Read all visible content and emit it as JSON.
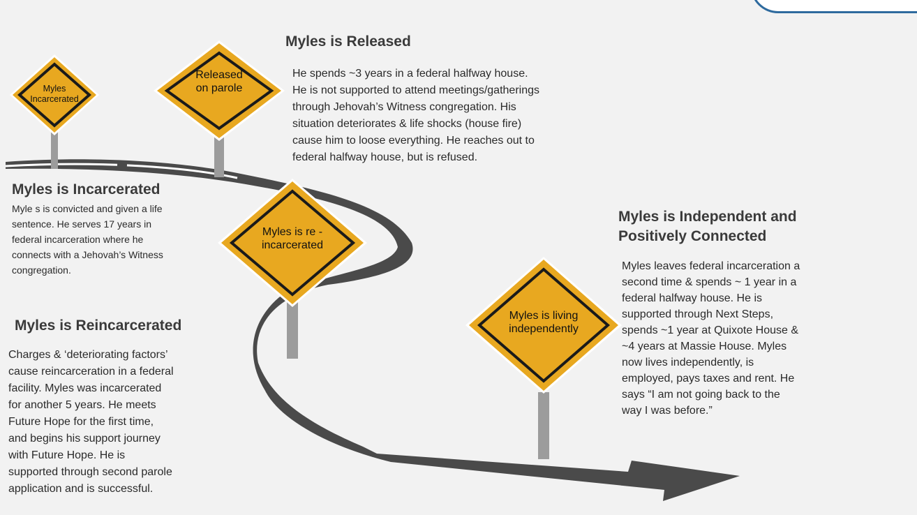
{
  "colors": {
    "background": "#f2f2f2",
    "road": "#4a4a4a",
    "road_dash": "#ffffff",
    "sign_fill": "#e8a820",
    "sign_border": "#1a1a1a",
    "sign_rim": "#ffffff",
    "pole": "#9c9c9c",
    "heading_text": "#3a3a3a",
    "body_text": "#2a2a2a",
    "corner_tab_border": "#2e6a9e"
  },
  "signs": [
    {
      "id": "incarcerated",
      "label": "Myles\nIncarcerated"
    },
    {
      "id": "parole",
      "label": "Released\non parole"
    },
    {
      "id": "reincarcerated",
      "label": "Myles is re -\nincarcerated"
    },
    {
      "id": "independent",
      "label": "Myles is living\nindependently"
    }
  ],
  "stages": {
    "incarcerated": {
      "title": "Myles is Incarcerated",
      "text": "Myle s is convicted and given a life\nsentence. He serves 17 years in\nfederal incarceration where he\nconnects   with a  Jehovah’s Witness\ncongregation."
    },
    "released": {
      "title": "Myles is Released",
      "text": "He spends ~3 years in a federal       halfway  house.\nHe is not supported to attend meetings/gatherings\nthrough Jehovah’s Witness congregation. His\nsituation deteriorates & life shocks (house fire)\ncause him to loose everything. He reaches out to\nfederal  halfway house, but is refused."
    },
    "reincarcerated": {
      "title": "Myles is  Reincarcerated",
      "text": "Charges & ‘deteriorating factors’\ncause reincarceration in a federal\nfacility. Myles     was incarcerated\nfor another 5 years. He meets\nFuture Hope for the first time,\nand begins his support journey\nwith Future Hope. He is\nsupported through second parole\napplication and is successful."
    },
    "independent": {
      "title": "Myles is  Independent and\nPositively Connected",
      "text": "Myles leaves federal incarceration a\nsecond time & spends ~ 1 year in a\nfederal  halfway  house. He is\nsupported through Next Steps,\nspends ~1 year at Quixote House &\n~4 years at Massie House. Myles\nnow lives independently, is\nemployed, pays taxes and rent. He\nsays “I am not going back to the\nway I was before.”"
    }
  }
}
